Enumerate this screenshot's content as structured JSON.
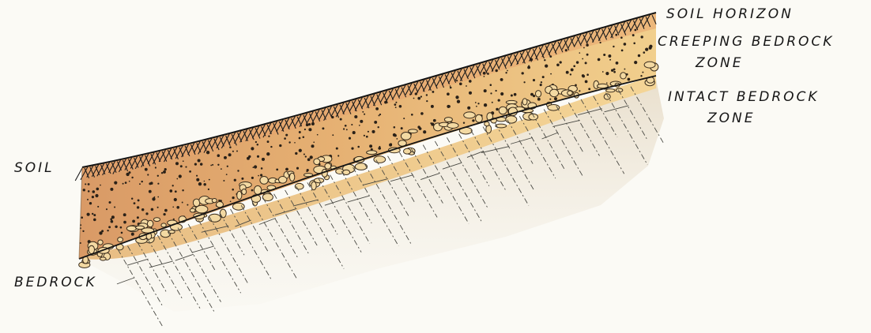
{
  "labels": {
    "soil_horizon": "SOIL HORIZON",
    "creeping_bedrock_line1": "CREEPING BEDROCK",
    "creeping_bedrock_line2": "ZONE",
    "intact_bedrock_line1": "INTACT BEDROCK",
    "intact_bedrock_line2": "ZONE",
    "soil": "SOIL",
    "bedrock": "BEDROCK"
  },
  "colors": {
    "paper": "#fbfaf5",
    "soil_fill": "#dda167",
    "soil_fill_light": "#f0c987",
    "creeping_fill": "#efc98a",
    "bedrock_wash": "#e5dcc8",
    "ink": "#161616"
  }
}
